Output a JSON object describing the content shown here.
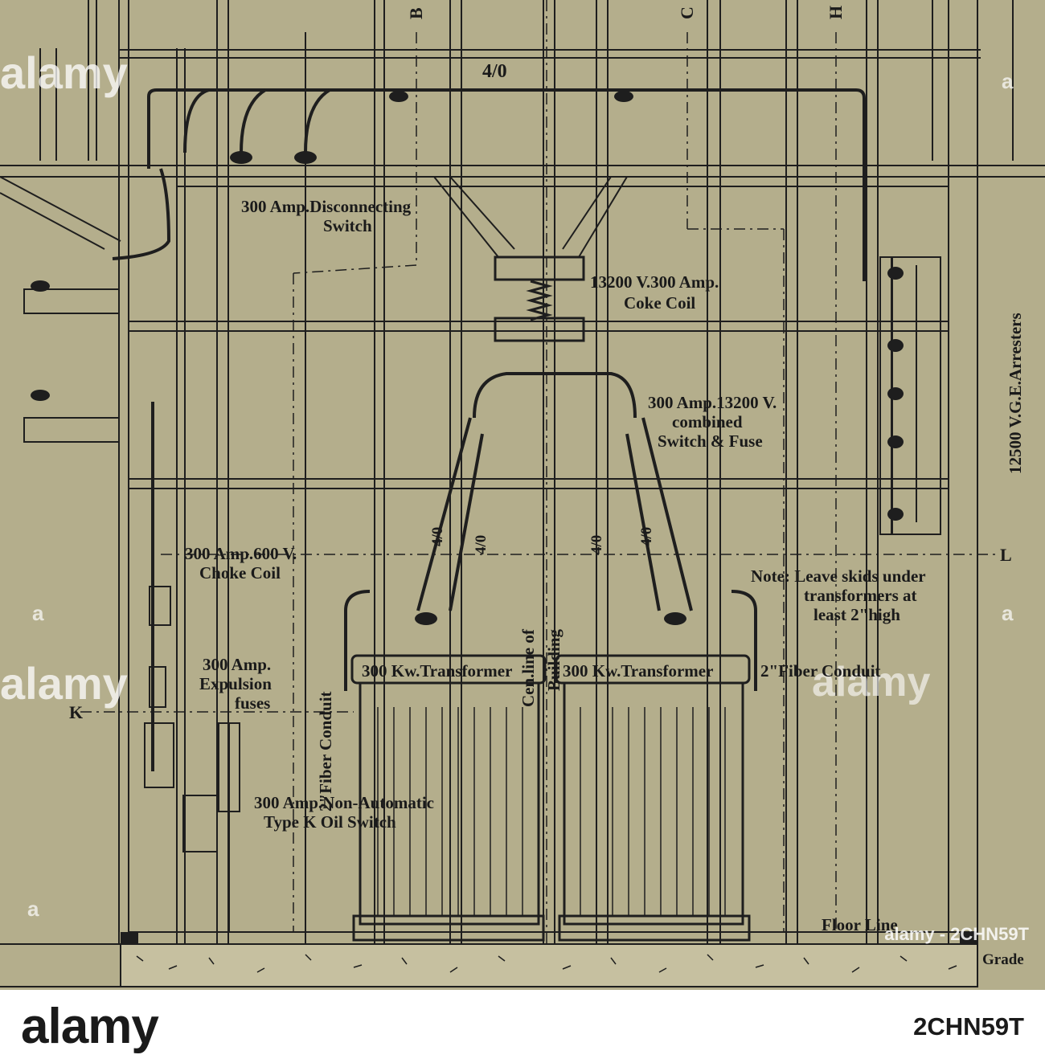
{
  "labels": {
    "conductor_top": "4/0",
    "disconnect_switch_1": "300 Amp.Disconnecting",
    "disconnect_switch_2": "Switch",
    "coke_coil_1": "13200 V.300 Amp.",
    "coke_coil_2": "Coke Coil",
    "arresters": "12500 V.G.E.Arresters",
    "combined_switch_1": "300 Amp.13200 V.",
    "combined_switch_2": "combined",
    "combined_switch_3": "Switch & Fuse",
    "choke_coil_1": "300 Amp.600 V.",
    "choke_coil_2": "Choke Coil",
    "note_1": "Note: Leave skids under",
    "note_2": "transformers at",
    "note_3": "least 2\"high",
    "fuses_1": "300 Amp.",
    "fuses_2": "Expulsion",
    "fuses_3": "fuses",
    "fiber_conduit_left": "2\"Fiber Conduit",
    "fiber_conduit_right": "2\"Fiber Conduit",
    "transformer_left": "300 Kw.Transformer",
    "transformer_right": "300 Kw.Transformer",
    "center_line_1": "Cen.line of",
    "center_line_2": "Building",
    "oil_switch_1": "300 Amp.Non-Automatic",
    "oil_switch_2": "Type K Oil Switch",
    "floor_line": "Floor Line",
    "grade": "Grade",
    "lead_4_0_a": "4/0",
    "lead_4_0_b": "4/0",
    "lead_4_0_c": "4/0",
    "lead_4_0_d": "4/0",
    "axis_b": "B",
    "axis_c": "C",
    "axis_h": "H",
    "axis_l": "L",
    "axis_k": "K"
  },
  "watermark": {
    "mark": "alamy",
    "url": "alamy - 2CHN59T"
  },
  "footer": {
    "brand": "alamy",
    "image_id": "2CHN59T"
  }
}
